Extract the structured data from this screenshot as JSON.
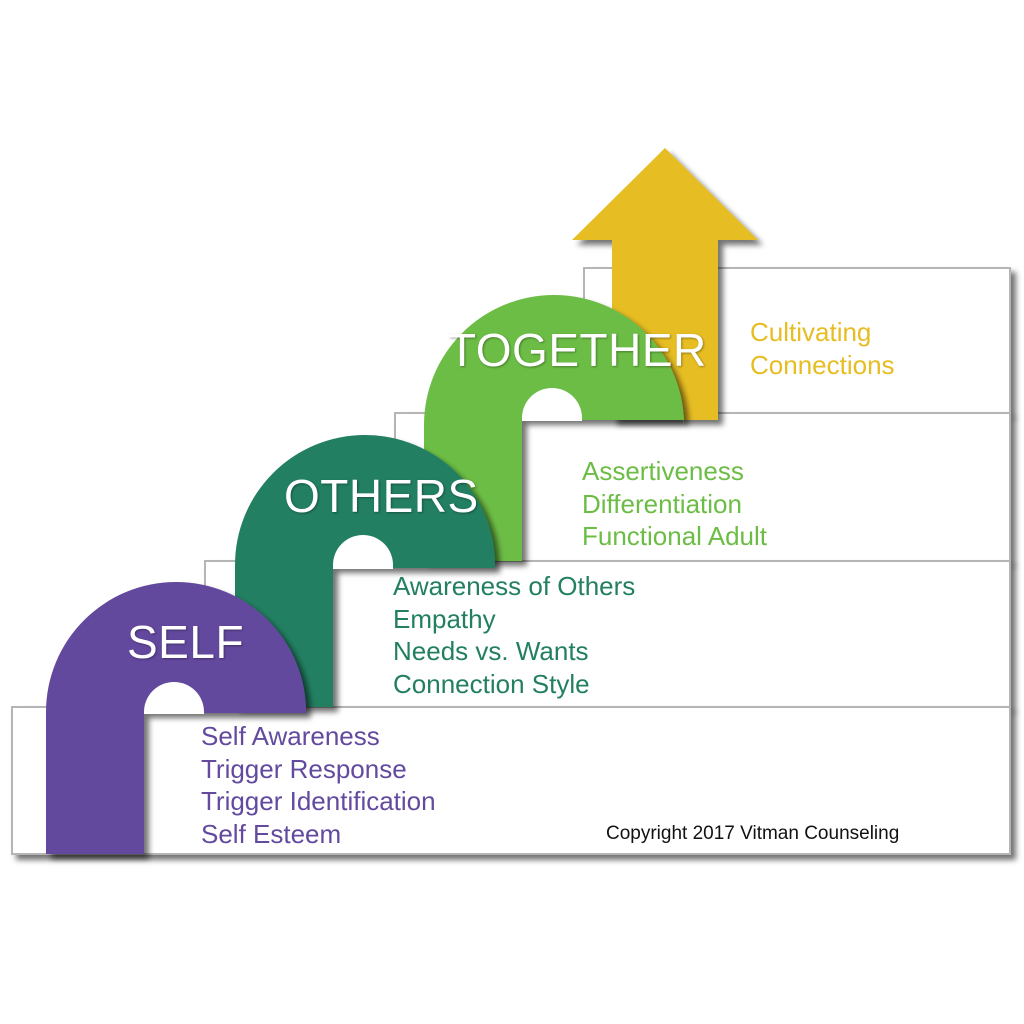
{
  "colors": {
    "self": "#634a9e",
    "others": "#237f62",
    "together": "#6cbd45",
    "connections": "#e6bd22",
    "step_fill": "#ffffff",
    "step_edge": "#b5b5b5",
    "shadow": "#555555"
  },
  "stages": [
    {
      "id": "self",
      "title": "SELF",
      "items": [
        "Self Awareness",
        "Trigger Response",
        "Trigger Identification",
        "Self Esteem"
      ]
    },
    {
      "id": "others",
      "title": "OTHERS",
      "items": [
        "Awareness of Others",
        "Empathy",
        "Needs vs. Wants",
        "Connection Style"
      ]
    },
    {
      "id": "together",
      "title": "TOGETHER",
      "items": [
        "Assertiveness",
        "Differentiation",
        "Functional Adult"
      ]
    },
    {
      "id": "connections",
      "items": [
        "Cultivating",
        "Connections"
      ]
    }
  ],
  "copyright": "Copyright 2017 Vitman Counseling"
}
